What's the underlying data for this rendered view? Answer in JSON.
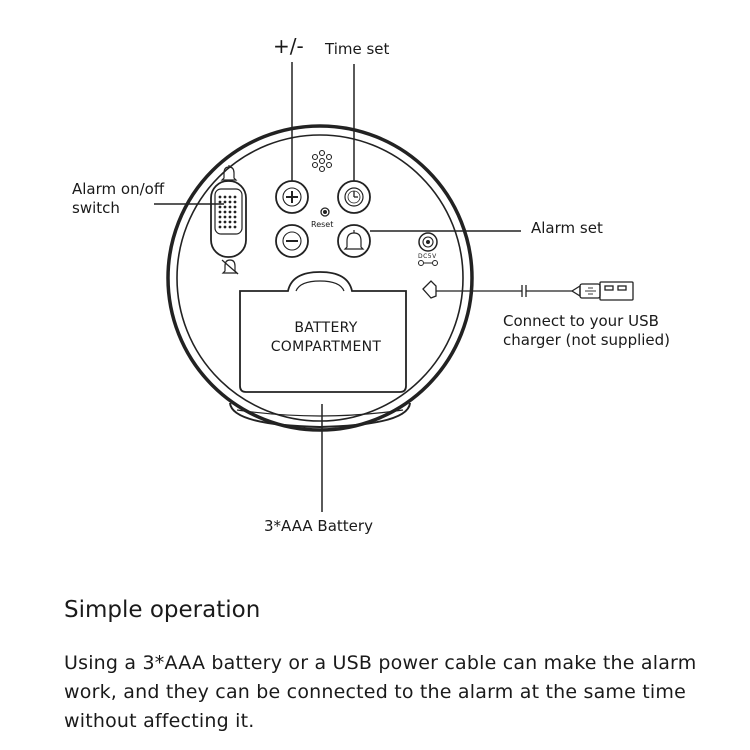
{
  "labels": {
    "plus_minus": "+/-",
    "time_set": "Time set",
    "alarm_onoff": [
      "Alarm on/off",
      "switch"
    ],
    "alarm_set": "Alarm set",
    "reset": "Reset",
    "dc": "DC5V",
    "usb": [
      "Connect to your USB",
      "charger (not supplied)"
    ],
    "battery_compartment": [
      "BATTERY",
      "COMPARTMENT"
    ],
    "battery": "3*AAA Battery"
  },
  "section": {
    "title": "Simple operation",
    "body": "Using a 3*AAA battery or a USB power cable can make the alarm work, and they can be connected to the alarm at the same time without affecting it."
  },
  "icons": [
    "bell-icon",
    "mute-bell-icon",
    "plus-button-icon",
    "minus-button-icon",
    "clock-icon",
    "alarm-bell-icon",
    "usb-plug-icon",
    "speaker-icon"
  ]
}
